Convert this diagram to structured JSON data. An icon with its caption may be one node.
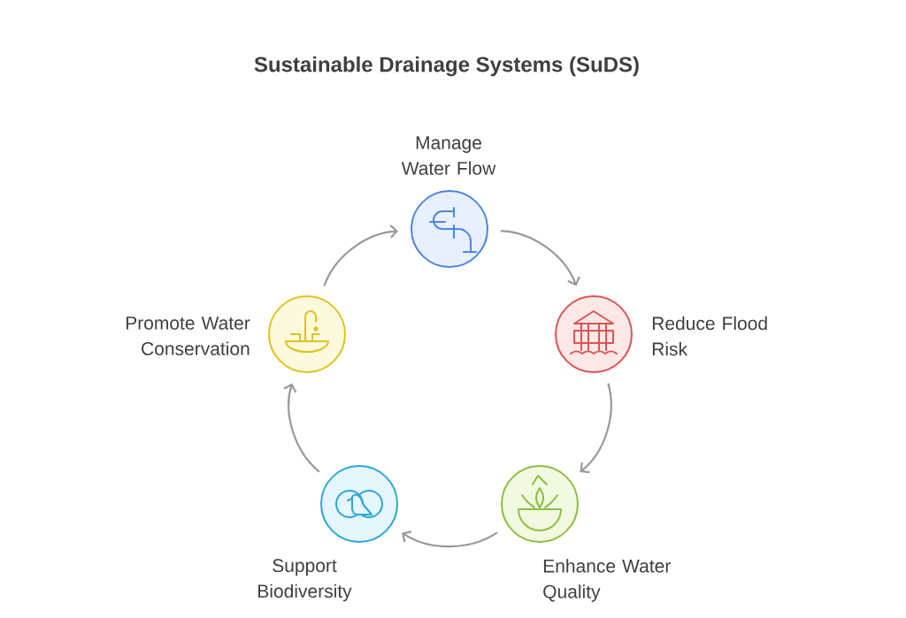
{
  "diagram": {
    "title": "Sustainable Drainage Systems (SuDS)",
    "nodes": [
      {
        "text": [
          "Manage Water Flow"
        ]
      },
      {
        "text": [
          "Reduce Flood Risk"
        ]
      },
      {
        "text": [
          "Enhance Water Quality"
        ]
      },
      {
        "text": [
          "Support Biodiversity"
        ]
      },
      {
        "text": [
          "Promote Water Conservation"
        ]
      }
    ],
    "edges": [
      {
        "from": 0,
        "to": 1,
        "arrow": "to"
      },
      {
        "from": 1,
        "to": 2,
        "arrow": "to"
      },
      {
        "from": 2,
        "to": 3,
        "arrow": "to"
      },
      {
        "from": 3,
        "to": 4,
        "arrow": "to"
      },
      {
        "from": 4,
        "to": 0,
        "arrow": "to"
      }
    ]
  }
}
